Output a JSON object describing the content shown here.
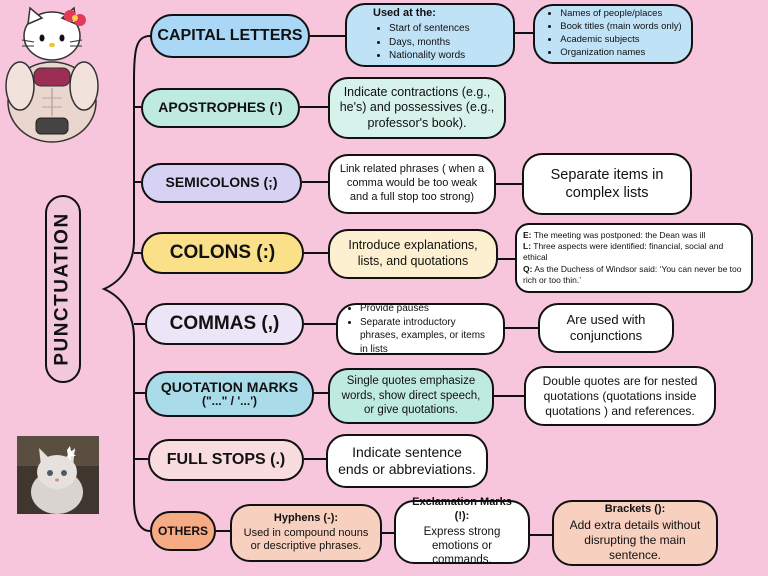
{
  "main_title": "PUNCTUATION",
  "colors": {
    "background": "#f8c6dc",
    "blue": "#a9d7f5",
    "green": "#bfeadf",
    "lavender": "#d7d2f3",
    "yellow": "#fbe08a",
    "peach": "#f6c4a8",
    "pale_pink": "#f8dcdf"
  },
  "categories": {
    "capital_letters": {
      "label": "CAPITAL LETTERS",
      "used_title": "Used at the:",
      "used_items": [
        "Start of sentences",
        "Days, months",
        "Nationality words"
      ],
      "more_items": [
        "Names of people/places",
        "Book titles (main words only)",
        "Academic subjects",
        "Organization names"
      ]
    },
    "apostrophes": {
      "label": "APOSTROPHES (‘)",
      "desc": "Indicate contractions (e.g., he's) and possessives (e.g., professor's book)."
    },
    "semicolons": {
      "label": "SEMICOLONS (;)",
      "desc": "Link related phrases ( when a comma would be too weak and a full stop too strong)",
      "desc2": "Separate items in complex lists"
    },
    "colons": {
      "label": "COLONS (:)",
      "desc": "Introduce explanations, lists, and quotations",
      "examples": [
        {
          "tag": "E:",
          "text": "The meeting was postponed: the Dean was ill"
        },
        {
          "tag": "L:",
          "text": "Three aspects were identified: financial, social and ethical"
        },
        {
          "tag": "Q:",
          "text": "As the Duchess of Windsor said: ‘You can never be too rich or too thin.’"
        }
      ]
    },
    "commas": {
      "label": "COMMAS (,)",
      "items": [
        "Provide pauses",
        "Separate introductory phrases, examples, or items in lists"
      ],
      "desc2": "Are used with conjunctions"
    },
    "quotation_marks": {
      "label": "QUOTATION MARKS",
      "sub": "(\"...\" / '...')",
      "desc": "Single quotes emphasize words, show direct speech, or give quotations.",
      "desc2": "Double quotes are for nested quotations (quotations inside quotations ) and references."
    },
    "full_stops": {
      "label": "FULL STOPS (.)",
      "desc": "Indicate sentence ends or abbreviations."
    },
    "others": {
      "label": "OTHERS",
      "hyphens_title": "Hyphens (-):",
      "hyphens_desc": "Used in compound nouns or descriptive phrases.",
      "exclam_title": "Exclamation Marks (!):",
      "exclam_desc": "Express strong emotions or commands.",
      "brackets_title": "Brackets ():",
      "brackets_desc": "Add extra details without disrupting the main sentence."
    }
  },
  "images": {
    "top_left": "muscular-hello-kitty-illustration",
    "bottom_left": "kitten-photo"
  }
}
